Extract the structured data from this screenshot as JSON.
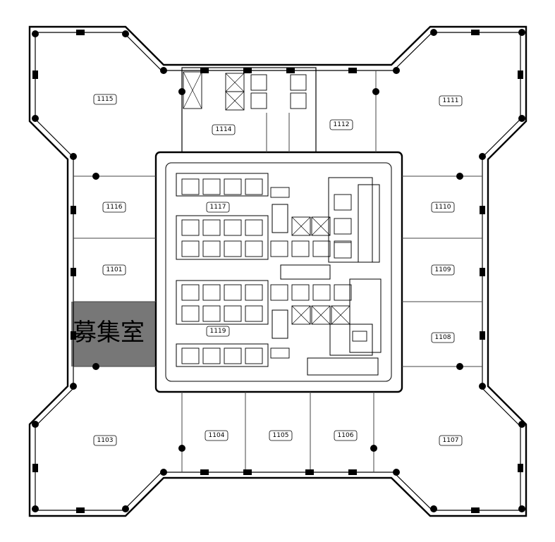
{
  "rooms": [
    {
      "id": "1115"
    },
    {
      "id": "1114"
    },
    {
      "id": "1112"
    },
    {
      "id": "1111"
    },
    {
      "id": "1116"
    },
    {
      "id": "1117"
    },
    {
      "id": "1110"
    },
    {
      "id": "1101"
    },
    {
      "id": "1109"
    },
    {
      "id": "1119"
    },
    {
      "id": "1108"
    },
    {
      "id": "1103"
    },
    {
      "id": "1104"
    },
    {
      "id": "1105"
    },
    {
      "id": "1106"
    },
    {
      "id": "1107"
    }
  ],
  "highlight": {
    "label": "募集室",
    "color": "#777777"
  }
}
